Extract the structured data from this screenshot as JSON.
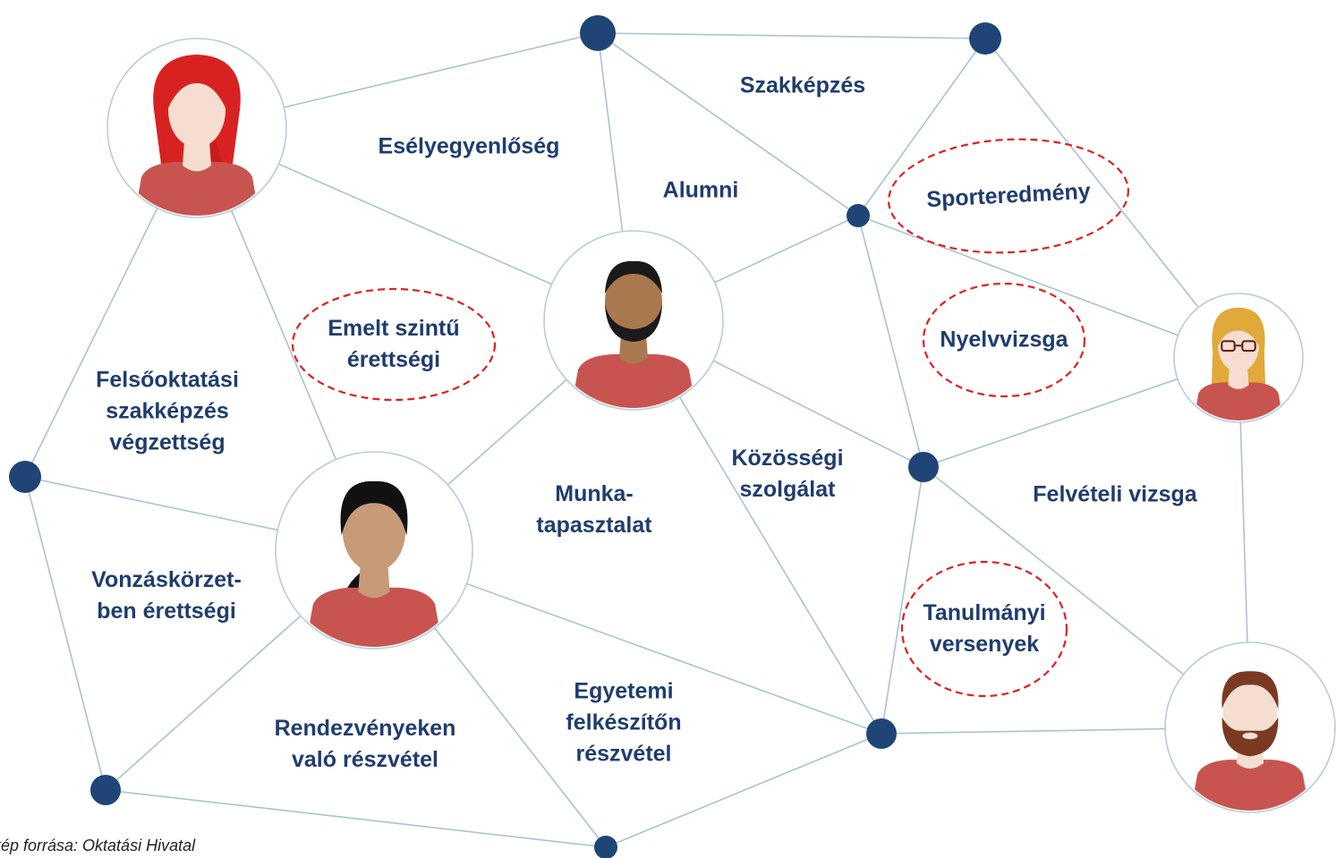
{
  "colors": {
    "node": "#1f4576",
    "edge": "#a9c3d2",
    "label": "#1f3d6e",
    "highlight": "#e02020",
    "avatar_border": "#b8ccd8"
  },
  "labels": [
    {
      "id": "eselyegyenloseg",
      "lines": [
        "Esélyegyenlőség"
      ],
      "highlighted": false
    },
    {
      "id": "szakkepzes",
      "lines": [
        "Szakképzés"
      ],
      "highlighted": false
    },
    {
      "id": "alumni",
      "lines": [
        "Alumni"
      ],
      "highlighted": false
    },
    {
      "id": "sporteredmeny",
      "lines": [
        "Sporteredmény"
      ],
      "highlighted": true
    },
    {
      "id": "emelt-szintu-erettsegi",
      "lines": [
        "Emelt szintű",
        "érettségi"
      ],
      "highlighted": true
    },
    {
      "id": "nyelvvizsga",
      "lines": [
        "Nyelvvizsga"
      ],
      "highlighted": true
    },
    {
      "id": "felsooktatasi-szakkepzes",
      "lines": [
        "Felsőoktatási",
        "szakképzés",
        "végzettség"
      ],
      "highlighted": false
    },
    {
      "id": "kozossegi-szolgalat",
      "lines": [
        "Közösségi",
        "szolgálat"
      ],
      "highlighted": false
    },
    {
      "id": "munkatapasztalat",
      "lines": [
        "Munka-",
        "tapasztalat"
      ],
      "highlighted": false
    },
    {
      "id": "felveteli-vizsga",
      "lines": [
        "Felvételi vizsga"
      ],
      "highlighted": false
    },
    {
      "id": "vonzaskorzetben-erettsegi",
      "lines": [
        "Vonzáskörzet-",
        "ben érettségi"
      ],
      "highlighted": false
    },
    {
      "id": "tanulmanyi-versenyek",
      "lines": [
        "Tanulmányi",
        "versenyek"
      ],
      "highlighted": true
    },
    {
      "id": "egyetemi-felkeszito",
      "lines": [
        "Egyetemi",
        "felkészítőn",
        "részvétel"
      ],
      "highlighted": false
    },
    {
      "id": "rendezvenyeken-reszvetel",
      "lines": [
        "Rendezvényeken",
        "való részvétel"
      ],
      "highlighted": false
    }
  ],
  "avatars": [
    {
      "id": "woman-red-hair",
      "name": "woman-red-hair-avatar-icon"
    },
    {
      "id": "man-dark",
      "name": "man-dark-skin-avatar-icon"
    },
    {
      "id": "woman-black-hair",
      "name": "woman-black-hair-avatar-icon"
    },
    {
      "id": "woman-glasses",
      "name": "woman-blonde-glasses-avatar-icon"
    },
    {
      "id": "man-beard",
      "name": "man-beard-avatar-icon"
    }
  ],
  "source": "kép forrása: Oktatási Hivatal"
}
